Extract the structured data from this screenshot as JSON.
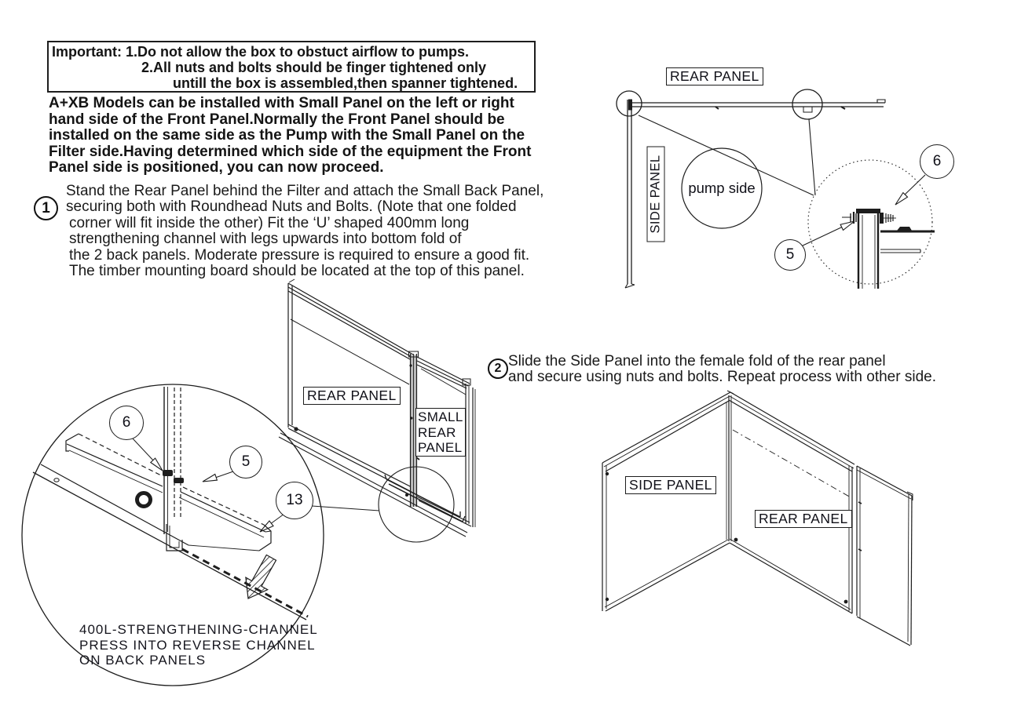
{
  "important": {
    "line1": "Important: 1.Do not allow the box to obstuct airflow to pumps.",
    "line2": "2.All nuts and bolts should be finger tightened only",
    "line3": "untill the box is assembled,then spanner tightened."
  },
  "intro": {
    "lines": [
      "A+XB Models can be installed with Small Panel on the left or right",
      "hand side of the Front Panel.Normally the Front Panel should be",
      "installed on the same side as the Pump with the Small Panel on the",
      "Filter side.Having determined which side of the equipment the Front",
      "Panel side is positioned, you can now proceed."
    ]
  },
  "steps": [
    {
      "number": "1",
      "lines": [
        "Stand the Rear Panel behind the Filter and attach the Small Back Panel,",
        "securing both with Roundhead Nuts and Bolts. (Note that one folded",
        "corner will fit inside the other) Fit the ‘U’ shaped 400mm long",
        "strengthening channel with legs upwards into bottom fold of",
        "the 2 back panels. Moderate pressure is required to ensure a good fit.",
        "The timber mounting board should be located at the top of this panel."
      ]
    },
    {
      "number": "2",
      "lines": [
        "Slide the Side Panel into the female fold of the rear panel",
        "and secure using nuts and bolts. Repeat process with other side."
      ]
    }
  ],
  "diagrams": {
    "top_right": {
      "rear_panel_label": "REAR PANEL",
      "side_panel_label": "SIDE PANEL",
      "pump_side_label": "pump side",
      "callout_six": "6",
      "callout_five": "5"
    },
    "middle": {
      "rear_panel_label": "REAR PANEL",
      "small_rear_panel_lines": [
        "SMALL",
        "REAR",
        "PANEL"
      ],
      "callout_thirteen": "13"
    },
    "big_detail": {
      "callout_six": "6",
      "callout_five": "5",
      "note": [
        "400L-STRENGTHENING-CHANNEL",
        "PRESS INTO REVERSE CHANNEL",
        "ON BACK PANELS"
      ]
    },
    "bottom_right": {
      "side_panel_label": "SIDE PANEL",
      "rear_panel_label": "REAR PANEL"
    }
  }
}
